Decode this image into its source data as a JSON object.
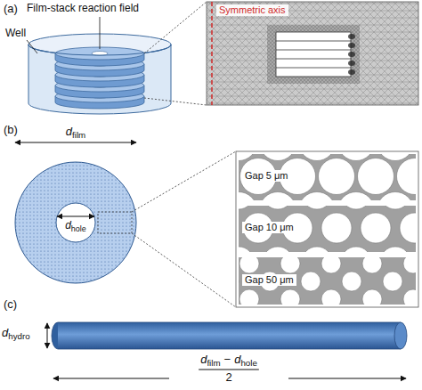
{
  "diagram": {
    "labels": [
      "(a)",
      "Well",
      "Film-stack reaction field",
      "Symmetric axis",
      "(b)",
      "d",
      "film",
      "d",
      "hole",
      "Gap 5 μm",
      "Gap 10 μm",
      "Gap 50 μm",
      "(c)",
      "d",
      "hydro",
      "d",
      "film",
      "−",
      "d",
      "hole",
      "2"
    ]
  }
}
